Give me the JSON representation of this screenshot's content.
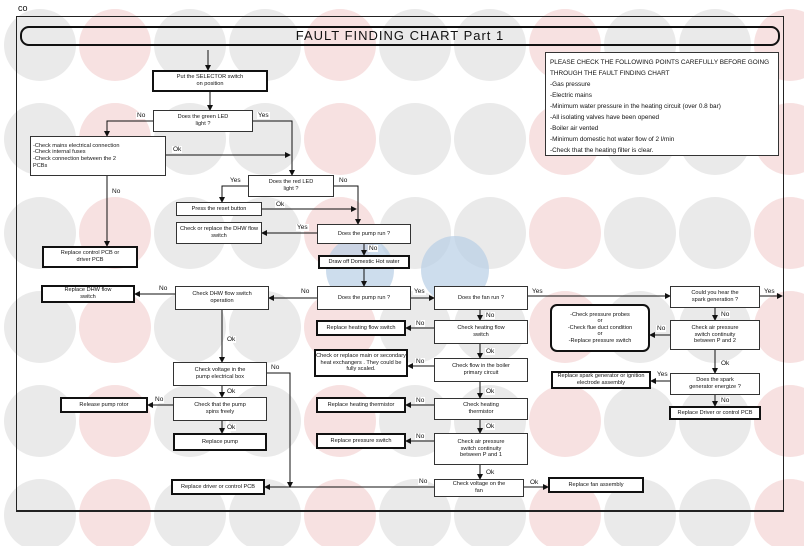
{
  "header": {
    "corner_mark": "co",
    "title": "FAULT  FINDING  CHART  Part  1"
  },
  "notes": {
    "heading": "PLEASE CHECK THE FOLLOWING POINTS CAREFULLY BEFORE GOING THROUGH THE FAULT FINDING CHART",
    "items": [
      "-Gas pressure",
      "-Electric  mains",
      "-Minimum  water pressure in the heating circuit  (over 0.8 bar)",
      "-All isolating valves have been opened",
      "-Boiler  air  vented",
      "-Minimum domestic hot water flow of 2 l/min",
      "-Check that the heating filter is clear."
    ]
  },
  "nodes": {
    "selector": [
      "Put the SELECTOR switch",
      "on              position"
    ],
    "green_led": [
      "Does the green LED",
      "light ?"
    ],
    "check_mains": [
      "-Check mains electrical connection",
      "-Check internal fuses",
      "-Check connection between the 2",
      "PCBs"
    ],
    "red_led": [
      "Does the red LED",
      "light ?"
    ],
    "reset": [
      "Press the reset button"
    ],
    "dhw_flow_replace": [
      "Check or replace the DHW flow",
      "switch"
    ],
    "pump_run_1": [
      "Does the pump run ?"
    ],
    "draw_off": [
      "Draw off Domestic Hot  water"
    ],
    "replace_pcb_1": [
      "Replace control PCB or",
      "driver PCB"
    ],
    "replace_dhw": [
      "Replace DHW flow",
      "switch"
    ],
    "check_dhw": [
      "Check DHW flow switch",
      "operation"
    ],
    "pump_run_2": [
      "Does the pump run ?"
    ],
    "fan_run": [
      "Does the fan run ?"
    ],
    "replace_heating_flow": [
      "Replace heating flow switch"
    ],
    "check_heating_flow": [
      "Check heating flow",
      "switch"
    ],
    "exchangers": [
      "Check or replace main or secondary",
      "heat exchangers . They could be",
      "fully scaled."
    ],
    "check_primary": [
      "Check flow in the boiler",
      "primary circuit"
    ],
    "check_voltage_pump": [
      "Check voltage in the",
      "pump electrical box"
    ],
    "release_rotor": [
      "Release pump rotor"
    ],
    "check_spins": [
      "Check that the pump",
      "spins freely"
    ],
    "replace_pump": [
      "Replace pump"
    ],
    "replace_thermistor": [
      "Replace heating thermistor"
    ],
    "check_thermistor": [
      "Check heating",
      "thermistor"
    ],
    "replace_pressure": [
      "Replace pressure switch"
    ],
    "check_air_p1": [
      "Check air pressure",
      "switch continuity",
      "between P and 1"
    ],
    "replace_driver": [
      "Replace driver or control PCB"
    ],
    "check_fan_voltage": [
      "Check voltage on the",
      "fan"
    ],
    "replace_fan": [
      "Replace fan assembly"
    ],
    "spark_hear": [
      "Could you hear the",
      "spark generation ?"
    ],
    "probes": [
      "-Check pressure probes",
      "or",
      "-Check flue duct condition",
      "or",
      "-Replace pressure switch"
    ],
    "check_air_p2": [
      "Check air pressure",
      "switch continuity",
      "between P and 2"
    ],
    "replace_spark": [
      "Replace spark generator or ignition",
      "electrode assembly"
    ],
    "spark_energize": [
      "Does the spark",
      "generator energize ?"
    ],
    "replace_driver_2": [
      "Replace Driver or control PCB"
    ]
  },
  "labels": {
    "no": "No",
    "yes": "Yes",
    "ok": "Ok"
  },
  "colors": {
    "watermark_grey": "#d9d9d9",
    "watermark_red": "#f0c8c8",
    "watermark_blue": "#b8cfe6",
    "line": "#111111"
  }
}
